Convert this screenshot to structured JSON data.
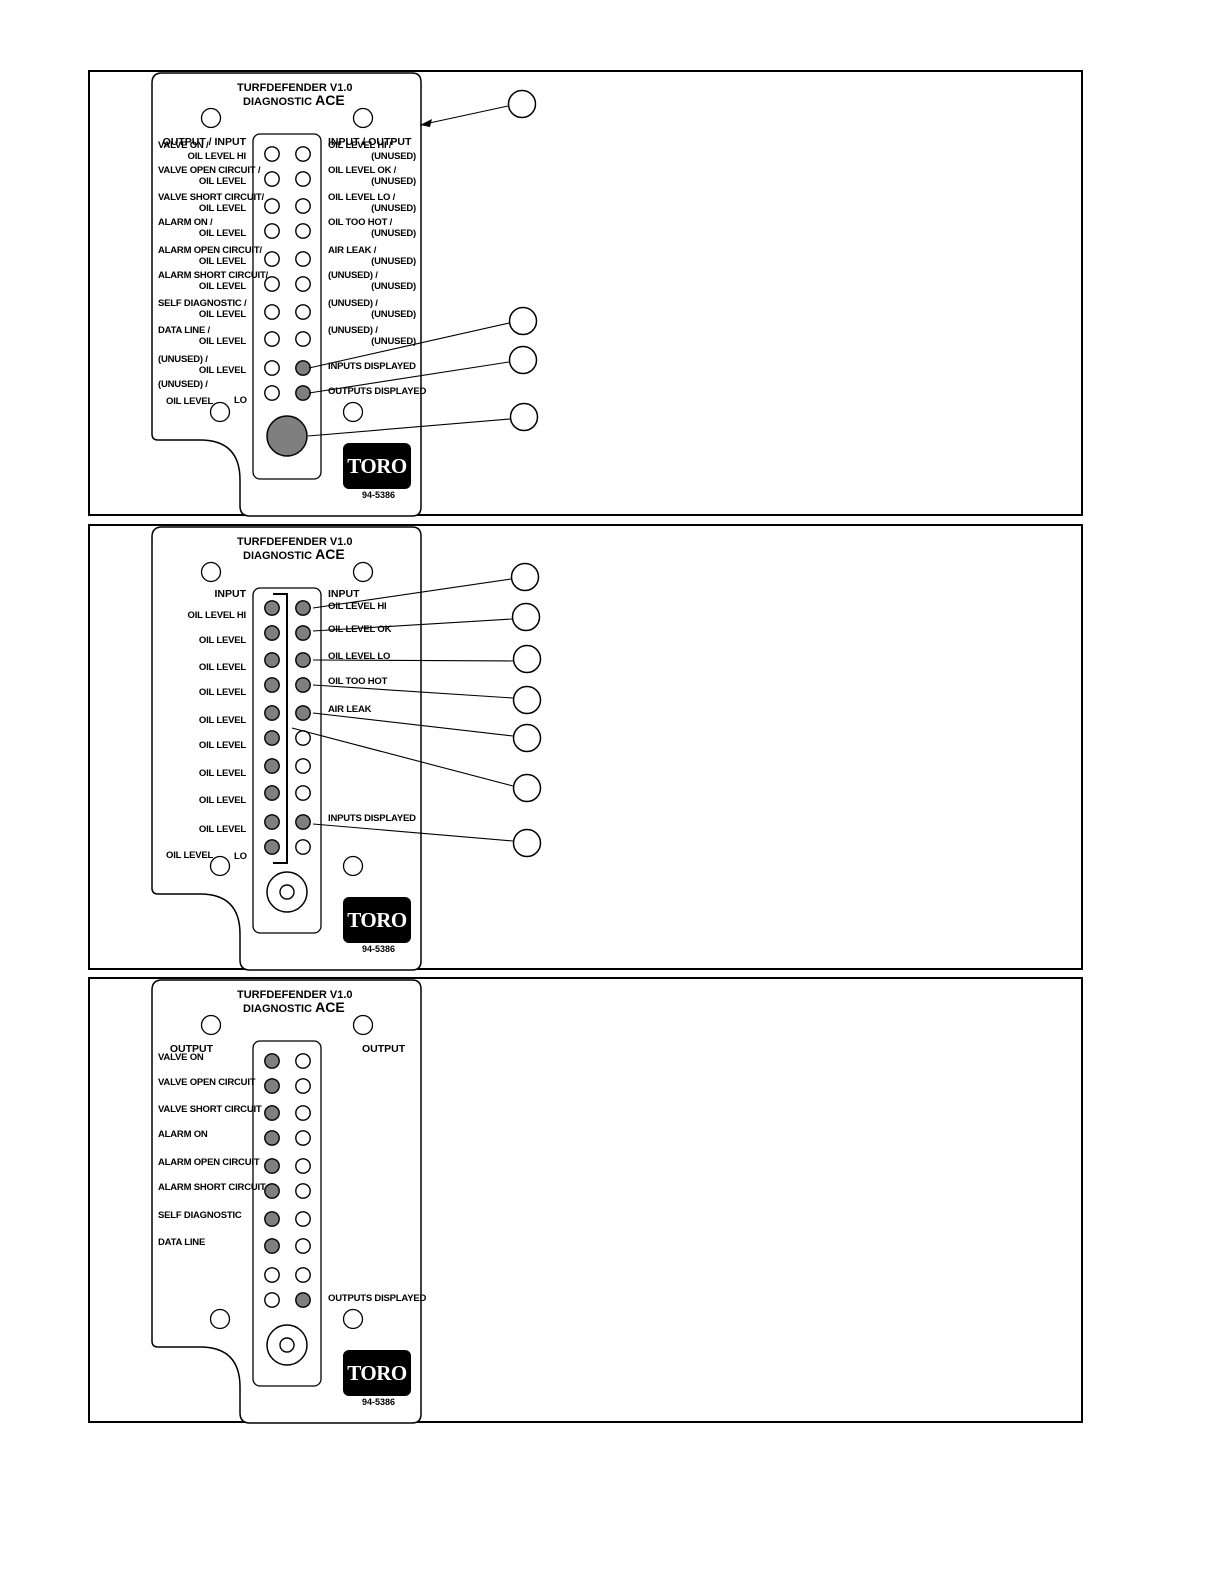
{
  "device": {
    "title_line1": "TURFDEFENDER V1.0",
    "title_line2_prefix": "DIAGNOSTIC ",
    "title_line2_ace": "ACE",
    "brand": "TORO",
    "part_number": "94-5386"
  },
  "panel1": {
    "header_left": "OUTPUT / INPUT",
    "header_right": "INPUT / OUTPUT",
    "left_labels": [
      [
        "VALVE ON /",
        "OIL LEVEL HI"
      ],
      [
        "VALVE OPEN CIRCUIT /",
        "OIL LEVEL"
      ],
      [
        "VALVE SHORT CIRCUIT/",
        "OIL LEVEL"
      ],
      [
        "ALARM ON /",
        "OIL LEVEL"
      ],
      [
        "ALARM OPEN CIRCUIT/",
        "OIL LEVEL"
      ],
      [
        "ALARM SHORT CIRCUIT/",
        "OIL LEVEL"
      ],
      [
        "SELF DIAGNOSTIC /",
        "OIL LEVEL"
      ],
      [
        "DATA LINE /",
        "OIL LEVEL"
      ],
      [
        "(UNUSED) /",
        "OIL LEVEL"
      ],
      [
        "(UNUSED) /",
        "OIL LEVEL"
      ]
    ],
    "last_left_suffix": "LO",
    "right_labels": [
      [
        "OIL LEVEL HI /",
        "(UNUSED)"
      ],
      [
        "OIL LEVEL OK  /",
        "(UNUSED)"
      ],
      [
        "OIL LEVEL LO /",
        "(UNUSED)"
      ],
      [
        "OIL TOO HOT /",
        "(UNUSED)"
      ],
      [
        "AIR LEAK /",
        "(UNUSED)"
      ],
      [
        "(UNUSED) /",
        "(UNUSED)"
      ],
      [
        "(UNUSED) /",
        "(UNUSED)"
      ],
      [
        "(UNUSED) /",
        "(UNUSED)"
      ],
      [
        "INPUTS DISPLAYED",
        ""
      ],
      [
        "OUTPUTS DISPLAYED",
        ""
      ]
    ],
    "left_lit": [
      false,
      false,
      false,
      false,
      false,
      false,
      false,
      false,
      false,
      false
    ],
    "right_lit": [
      false,
      false,
      false,
      false,
      false,
      false,
      false,
      false,
      true,
      true
    ],
    "button_lit": true
  },
  "panel2": {
    "header_left": "INPUT",
    "header_right": "INPUT",
    "left_labels": [
      [
        "",
        "OIL LEVEL HI"
      ],
      [
        "",
        "OIL LEVEL"
      ],
      [
        "",
        "OIL LEVEL"
      ],
      [
        "",
        "OIL LEVEL"
      ],
      [
        "",
        "OIL LEVEL"
      ],
      [
        "",
        "OIL LEVEL"
      ],
      [
        "",
        "OIL LEVEL"
      ],
      [
        "",
        "OIL LEVEL"
      ],
      [
        "",
        "OIL LEVEL"
      ],
      [
        "OIL LEVEL",
        ""
      ]
    ],
    "last_left_suffix": "LO",
    "right_labels": [
      [
        "OIL LEVEL HI",
        ""
      ],
      [
        "OIL LEVEL OK",
        ""
      ],
      [
        "OIL LEVEL LO",
        ""
      ],
      [
        "OIL TOO HOT",
        ""
      ],
      [
        "AIR LEAK",
        ""
      ],
      [
        "",
        ""
      ],
      [
        "",
        ""
      ],
      [
        "",
        ""
      ],
      [
        "INPUTS DISPLAYED",
        ""
      ],
      [
        "",
        ""
      ]
    ],
    "left_lit": [
      true,
      true,
      true,
      true,
      true,
      true,
      true,
      true,
      true,
      true
    ],
    "right_lit": [
      true,
      true,
      true,
      true,
      true,
      false,
      false,
      false,
      true,
      false
    ],
    "button_lit": false
  },
  "panel3": {
    "header_left": "OUTPUT",
    "header_right": "OUTPUT",
    "left_labels": [
      [
        "VALVE ON",
        ""
      ],
      [
        "VALVE OPEN CIRCUIT",
        ""
      ],
      [
        "VALVE SHORT CIRCUIT",
        ""
      ],
      [
        "ALARM ON",
        ""
      ],
      [
        "ALARM OPEN CIRCUIT",
        ""
      ],
      [
        "ALARM SHORT CIRCUIT",
        ""
      ],
      [
        "SELF DIAGNOSTIC",
        ""
      ],
      [
        "DATA LINE",
        ""
      ],
      [
        "",
        ""
      ],
      [
        "",
        ""
      ]
    ],
    "last_left_suffix": "",
    "right_labels": [
      [
        "",
        ""
      ],
      [
        "",
        ""
      ],
      [
        "",
        ""
      ],
      [
        "",
        ""
      ],
      [
        "",
        ""
      ],
      [
        "",
        ""
      ],
      [
        "",
        ""
      ],
      [
        "",
        ""
      ],
      [
        "",
        ""
      ],
      [
        "OUTPUTS DISPLAYED",
        ""
      ]
    ],
    "left_lit": [
      true,
      true,
      true,
      true,
      true,
      true,
      true,
      true,
      false,
      false
    ],
    "right_lit": [
      false,
      false,
      false,
      false,
      false,
      false,
      false,
      false,
      false,
      true
    ],
    "button_lit": false
  },
  "colors": {
    "led_lit": "#7f7f7f",
    "led_off": "#ffffff",
    "stroke": "#000000"
  }
}
